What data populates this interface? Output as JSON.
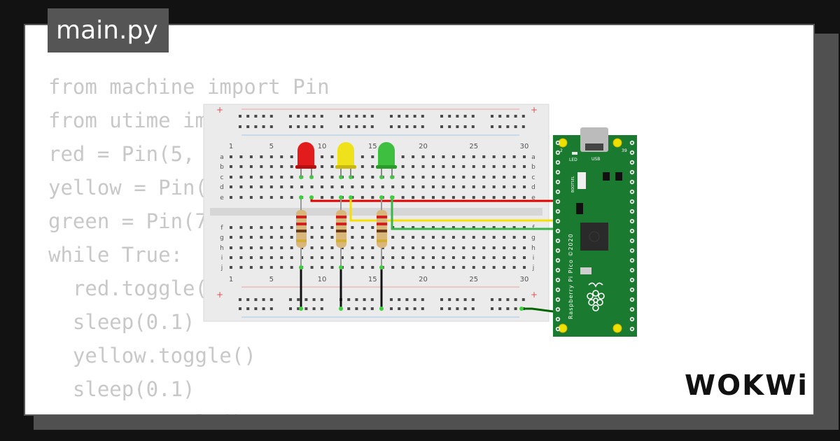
{
  "tab": {
    "filename": "main.py"
  },
  "code": {
    "lines": [
      "from machine import Pin",
      "from utime import sleep",
      "red = Pin(5, Pin.OUT)",
      "yellow = Pin(6, Pin.OUT)",
      "green = Pin(7, Pin.OUT)",
      "while True:",
      "  red.toggle()",
      "  sleep(0.1)",
      "  yellow.toggle()",
      "  sleep(0.1)",
      "  green.toggle()"
    ]
  },
  "breadboard": {
    "column_numbers": [
      "1",
      "5",
      "10",
      "15",
      "20",
      "25",
      "30"
    ],
    "rows_top": [
      "a",
      "b",
      "c",
      "d",
      "e"
    ],
    "rows_bottom": [
      "f",
      "g",
      "h",
      "i",
      "j"
    ],
    "plus": "+"
  },
  "leds": [
    {
      "color": "red",
      "fill": "#e21c1c"
    },
    {
      "color": "yellow",
      "fill": "#f0e21a"
    },
    {
      "color": "green",
      "fill": "#3fbf3f"
    }
  ],
  "pico": {
    "label": "Raspberry Pi Pico ©2020",
    "led_label": "LED",
    "usb_label": "USB",
    "bootsel_label": "BOOTSEL",
    "pin_left": "2",
    "pin_right": "39",
    "board_color": "#1a7a30"
  },
  "wires": {
    "red": "#e00000",
    "yellow": "#f5e000",
    "green": "#39b54a",
    "ground": "#006400",
    "black": "#111111"
  },
  "logo": {
    "text": "WOKWi"
  }
}
